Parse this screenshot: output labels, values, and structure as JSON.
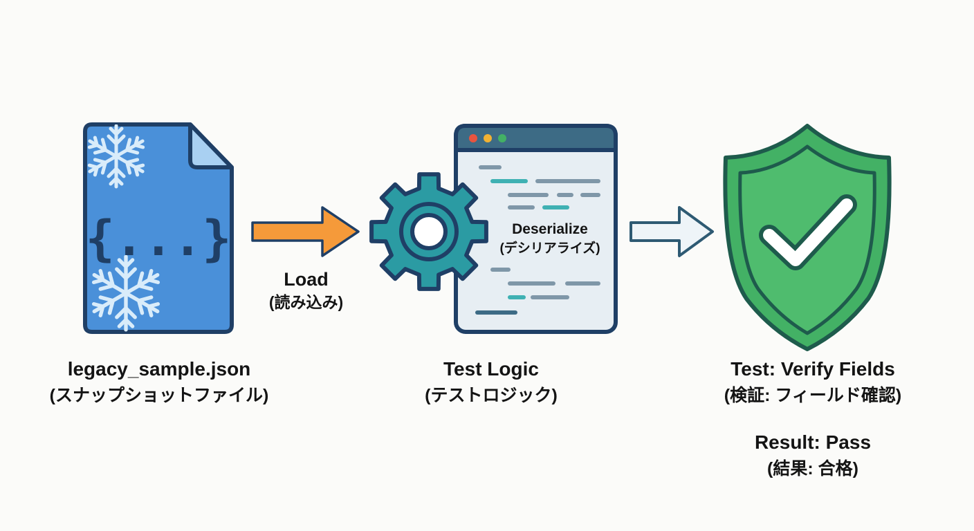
{
  "colors": {
    "file_fill": "#4a90d9",
    "file_stroke": "#1f3f66",
    "orange_arrow": "#f59a3a",
    "teal_gear": "#2b9ba3",
    "window_bar": "#3d6b85",
    "window_body": "#e7eef3",
    "shield_green": "#43b165",
    "shield_stroke": "#1e5b4c",
    "hollow_arrow_fill": "#eef4f8",
    "hollow_arrow_stroke": "#2e5a73",
    "traffic_red": "#e8543f",
    "traffic_yellow": "#f2b233",
    "traffic_green": "#43b165"
  },
  "icons": {
    "file": "json-file-icon",
    "snowflake": "snowflake-icon",
    "gear": "gear-icon",
    "code_window": "code-window-icon",
    "shield": "shield-check-icon"
  },
  "file": {
    "glyph": "{...}",
    "label_en": "legacy_sample.json",
    "label_ja": "(スナップショットファイル)"
  },
  "load": {
    "label_en": "Load",
    "label_ja": "(読み込み)"
  },
  "logic": {
    "step_en": "Deserialize",
    "step_ja": "(デシリアライズ)",
    "label_en": "Test Logic",
    "label_ja": "(テストロジック)"
  },
  "verify": {
    "label_en": "Test: Verify Fields",
    "label_ja": "(検証: フィールド確認)",
    "result_en": "Result: Pass",
    "result_ja": "(結果: 合格)"
  }
}
